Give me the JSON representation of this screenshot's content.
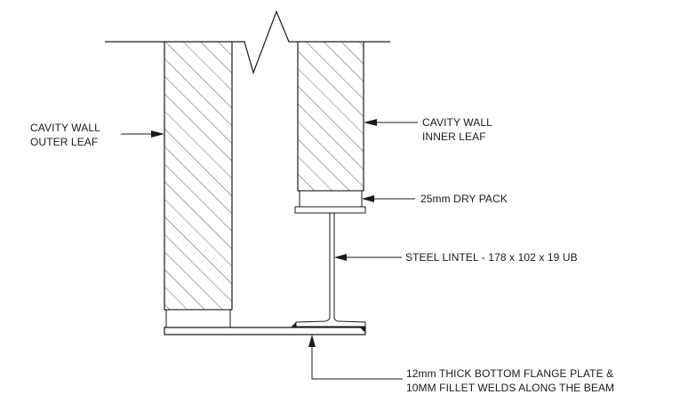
{
  "labels": {
    "outer_leaf": [
      "CAVITY WALL",
      "OUTER LEAF"
    ],
    "inner_leaf": [
      "CAVITY WALL",
      "INNER LEAF"
    ],
    "dry_pack": "25mm DRY PACK",
    "lintel": "STEEL LINTEL - 178 x 102 x 19 UB",
    "flange_plate": [
      "12mm THICK BOTTOM FLANGE PLATE &",
      "10MM FILLET WELDS ALONG THE BEAM"
    ]
  },
  "colors": {
    "line": "#1a1a1a",
    "hatch": "#2a2a2a",
    "background": "#ffffff"
  }
}
